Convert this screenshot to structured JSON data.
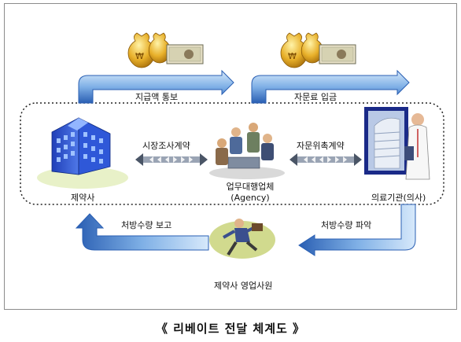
{
  "nodes": {
    "pharma": "제약사",
    "agency_line1": "업무대행업체",
    "agency_line2": "(Agency)",
    "medical": "의료기관(의사)",
    "sales_rep": "제약사 영업사원"
  },
  "edges": {
    "top_left": "지급액 통보",
    "top_right": "자문료 입금",
    "left_contract": "시장조사계약",
    "right_contract": "자문위촉계약",
    "bottom_right": "처방수량 파악",
    "bottom_left": "처방수량 보고"
  },
  "caption": "《 리베이트 전달 체계도 》",
  "colors": {
    "arrow_fill": "#7fb0e6",
    "arrow_dark": "#2a5fb3",
    "dotted_border": "#222222",
    "money_gold": "#e0a21c"
  },
  "icons": [
    "money-bag-icon",
    "banknote-icon",
    "building-icon",
    "meeting-people-icon",
    "hospital-doctor-icon",
    "running-salesman-icon"
  ]
}
